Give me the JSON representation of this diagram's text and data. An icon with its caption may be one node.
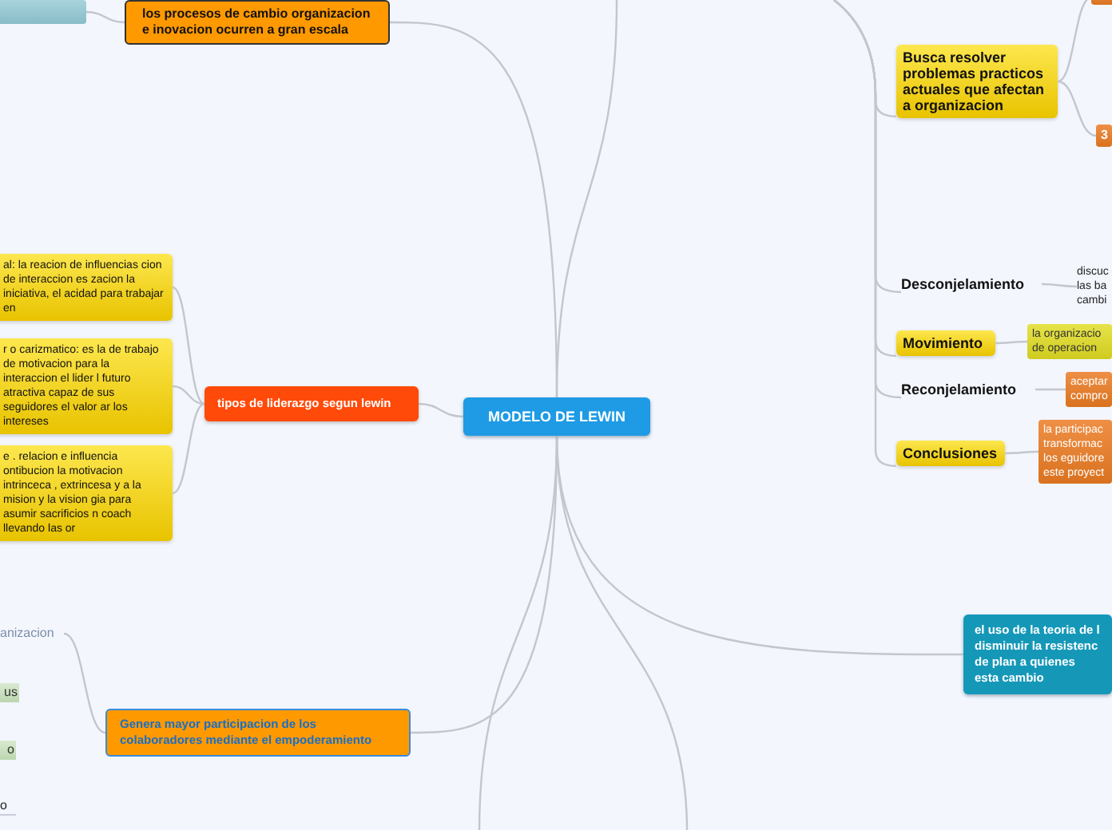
{
  "diagram": {
    "nodes": [
      {
        "text": [
          "MODELO DE LEWIN"
        ]
      },
      {
        "text": [
          "los procesos de cambio organizacion e inovacion ocurren a gran escala"
        ]
      },
      {
        "text": [],
        "shape": "box"
      },
      {
        "text": [
          "tipos de liderazgo segun lewin"
        ]
      },
      {
        "text": [
          "al: la reacion de influencias cion de interaccion es zacion la iniciativa, el acidad para trabajar en"
        ]
      },
      {
        "text": [
          "r o carizmatico: es la de trabajo de motivacion para la interaccion el lider l futuro atractiva capaz de sus seguidores el valor ar los intereses"
        ]
      },
      {
        "text": [
          "e . relacion e influencia ontibucion la motivacion intrinceca , extrincesa y a la mision y la vision gia para asumir sacrificios n coach llevando las or"
        ]
      },
      {
        "text": [
          "Genera mayor participacion de los colaboradores mediante el empoderamiento"
        ]
      },
      {
        "text": [
          "anizacion"
        ]
      },
      {
        "text": [
          "us"
        ]
      },
      {
        "text": [
          "o"
        ]
      },
      {
        "text": [
          "o"
        ]
      },
      {
        "text": [
          "Busca resolver problemas practicos actuales que afectan a organizacion"
        ]
      },
      {
        "text": [],
        "shape": "box"
      },
      {
        "text": [
          "3"
        ]
      },
      {
        "text": [
          "Desconjelamiento"
        ]
      },
      {
        "text": [
          "discuc las ba cambi"
        ]
      },
      {
        "text": [
          "Movimiento"
        ]
      },
      {
        "text": [
          "la organizacio de operacion"
        ]
      },
      {
        "text": [
          "Reconjelamiento"
        ]
      },
      {
        "text": [
          "aceptar compro"
        ]
      },
      {
        "text": [
          "Conclusiones"
        ]
      },
      {
        "text": [
          "la participac transformac los eguidore este proyect"
        ]
      },
      {
        "text": [
          "el uso de la teoria de l disminuir la resistenc de plan a quienes esta cambio"
        ]
      }
    ],
    "edges": [
      {
        "from": 0,
        "to": 1,
        "arrow": "none"
      },
      {
        "from": 1,
        "to": 2,
        "arrow": "none"
      },
      {
        "from": 0,
        "to": 3,
        "arrow": "none"
      },
      {
        "from": 3,
        "to": 4,
        "arrow": "none"
      },
      {
        "from": 3,
        "to": 5,
        "arrow": "none"
      },
      {
        "from": 3,
        "to": 6,
        "arrow": "none"
      },
      {
        "from": 0,
        "to": 7,
        "arrow": "none"
      },
      {
        "from": 7,
        "to": 8,
        "arrow": "none"
      },
      {
        "from": 0,
        "to": 23,
        "arrow": "none"
      },
      {
        "from": 0,
        "to": null,
        "arrow": "none"
      },
      {
        "from": 0,
        "to": null,
        "arrow": "none"
      },
      {
        "from": 0,
        "to": null,
        "arrow": "none"
      },
      {
        "from": null,
        "to": 12,
        "arrow": "none"
      },
      {
        "from": null,
        "to": 15,
        "arrow": "none"
      },
      {
        "from": null,
        "to": 17,
        "arrow": "none"
      },
      {
        "from": null,
        "to": 19,
        "arrow": "none"
      },
      {
        "from": null,
        "to": 21,
        "arrow": "none"
      },
      {
        "from": 12,
        "to": 13,
        "arrow": "none"
      },
      {
        "from": 12,
        "to": 14,
        "arrow": "none"
      },
      {
        "from": 15,
        "to": 16,
        "arrow": "none"
      },
      {
        "from": 17,
        "to": 18,
        "arrow": "none"
      },
      {
        "from": 19,
        "to": 20,
        "arrow": "none"
      },
      {
        "from": 21,
        "to": 22,
        "arrow": "none"
      }
    ]
  }
}
